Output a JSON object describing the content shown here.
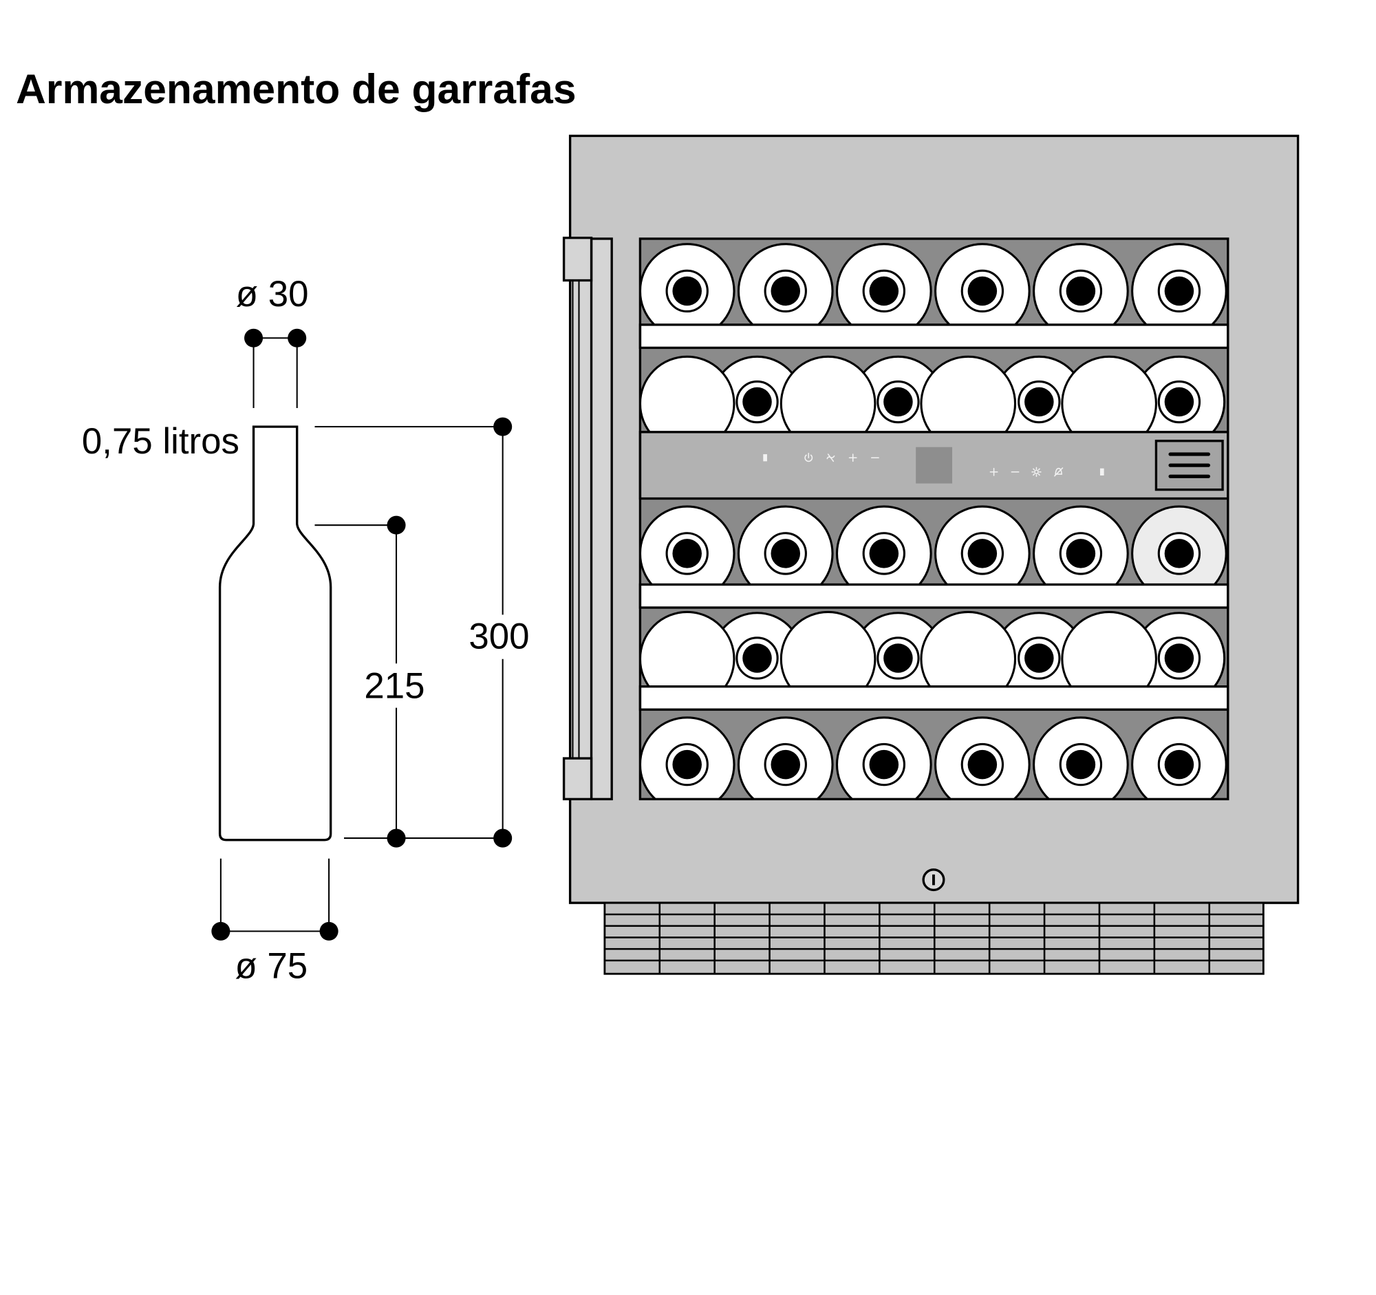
{
  "title": "Armazenamento de garrafas",
  "bottle": {
    "neck_diameter_label": "ø 30",
    "volume_label": "0,75 litros",
    "height_label": "300",
    "shoulder_height_label": "215",
    "body_diameter_label": "ø 75"
  },
  "control_panel": {
    "left_zone_icons": [
      "bottle-icon",
      "power-icon",
      "fan-icon",
      "plus-icon",
      "minus-icon"
    ],
    "right_zone_icons": [
      "plus-icon",
      "minus-icon",
      "light-icon",
      "alarm-off-icon",
      "bottle-icon"
    ],
    "menu_icon": "menu-icon"
  },
  "colors": {
    "cabinet": "#c7c7c7",
    "handle": "#d5d5d5",
    "window": "#8b8b8b",
    "control_panel": "#b2b2b2",
    "display": "#8e8e8e",
    "menu_button": "#a4a4a4",
    "grille": "#c2c2c2",
    "panel_icons": "#f2f2f2"
  }
}
